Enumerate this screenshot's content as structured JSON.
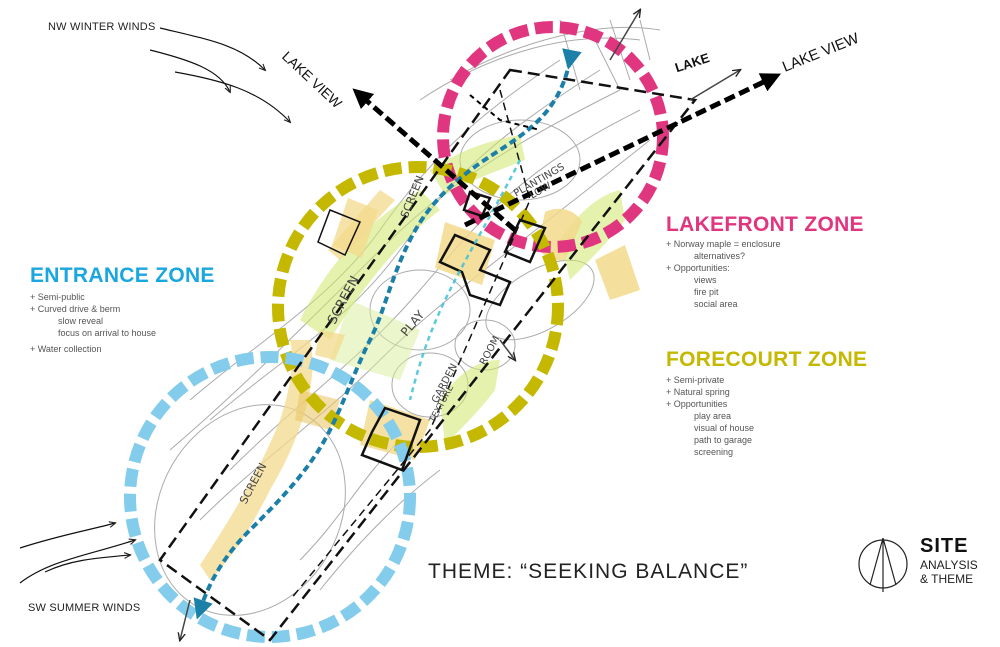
{
  "winds": {
    "nw": "NW WINTER WINDS",
    "sw": "SW SUMMER WINDS"
  },
  "views": {
    "lake_view_left": "LAKE VIEW",
    "lake": "LAKE",
    "lake_view_right": "LAKE VIEW"
  },
  "entrance_zone": {
    "title": "ENTRANCE ZONE",
    "color": "#1aa6df",
    "notes": [
      "+ Semi-public",
      "+ Curved drive & berm",
      "slow reveal",
      "focus on arrival to house",
      "+ Water collection"
    ]
  },
  "lakefront_zone": {
    "title": "LAKEFRONT ZONE",
    "color": "#e0367f",
    "notes": [
      "+ Norway maple = enclosure",
      "alternatives?",
      "+ Opportunities:",
      "views",
      "fire pit",
      "social area"
    ]
  },
  "forecourt_zone": {
    "title": "FORECOURT ZONE",
    "color": "#c4b800",
    "notes": [
      "+ Semi-private",
      "+ Natural spring",
      "+ Opportunities",
      "play area",
      "visual of house",
      "path to garage",
      "screening"
    ]
  },
  "sketch_labels": {
    "screen_left": "SCREEN",
    "screen_top": "SCREEN",
    "screen_bottom": "SCREEN",
    "plantings": "PLANTINGS",
    "low": "LOW",
    "play": "PLAY",
    "garden": "GARDEN",
    "texture": "TEXTURE",
    "room": "ROOM"
  },
  "theme": "THEME: “SEEKING BALANCE”",
  "stamp": {
    "title": "SITE",
    "line1": "ANALYSIS",
    "line2": "& THEME"
  },
  "icons": [
    "north-arrow-icon",
    "wind-arrow-icon",
    "view-arrow-icon"
  ]
}
